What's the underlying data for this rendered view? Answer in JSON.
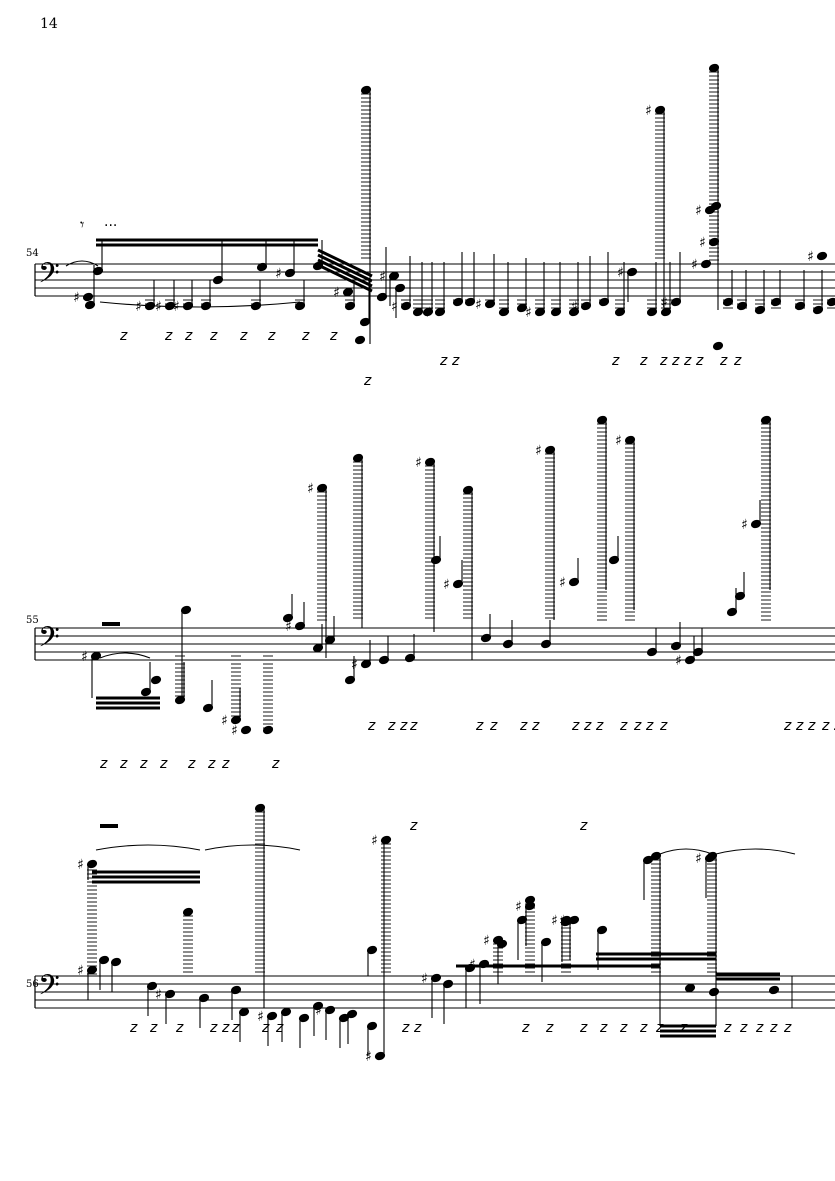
{
  "page": {
    "number": "14"
  },
  "systems": [
    {
      "measure_number": "54",
      "clef": "bass-clef-icon"
    },
    {
      "measure_number": "55",
      "clef": "bass-clef-icon"
    },
    {
      "measure_number": "56",
      "clef": "bass-clef-icon"
    }
  ],
  "glyphs": {
    "sharp": "♯",
    "natural": "♮",
    "rest": "𝄽",
    "eighth_rest": "𝄾",
    "clef": "𝄢"
  },
  "colors": {
    "ink": "#000000",
    "paper": "#ffffff"
  }
}
